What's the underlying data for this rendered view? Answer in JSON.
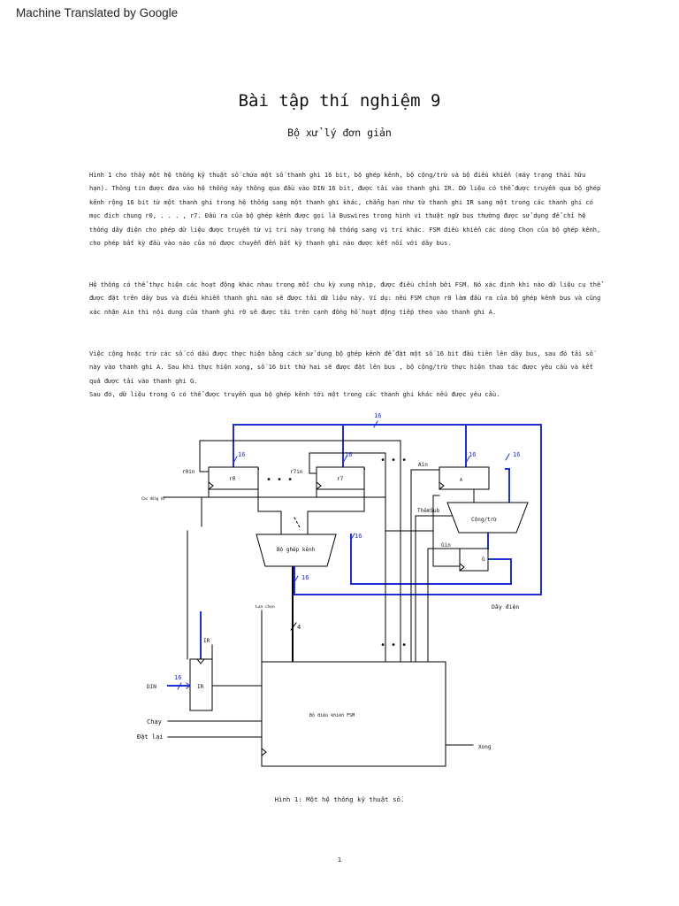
{
  "banner": "Machine Translated by Google",
  "title": "Bài tập thí nghiệm 9",
  "subtitle": "Bộ xử lý đơn giản",
  "paragraphs": [
    [
      "Hình 1 cho thấy một hệ thống kỹ thuật số chứa một số thanh ghi 16 bit, bộ ghép kênh, bộ cộng/trừ và bộ điều khiển (máy trạng thái hữu",
      "hạn). Thông tin được đưa vào hệ thống này thông qua đầu vào DIN 16 bit, được tải vào thanh ghi IR. Dữ liệu có thể được truyền qua bộ ghép",
      "kênh rộng 16 bit từ một thanh ghi trong hệ thống sang một thanh ghi khác, chẳng hạn như từ thanh ghi IR sang một trong các thanh ghi có",
      "mục đích chung r0, . . . , r7. Đầu ra của bộ ghép kênh được gọi là Buswires trong hình vì thuật ngữ bus thường được sử dụng để chỉ hệ",
      "thống dây điện cho phép dữ liệu được truyền từ vị trí này trong hệ thống sang vị trí khác. FSM điều khiển các dòng Chọn của bộ ghép kênh,",
      "cho phép bất kỳ đầu vào nào của nó được chuyển đến bất kỳ thanh ghi nào được kết nối với dây bus."
    ],
    [
      "Hệ thống có thể thực hiện các hoạt động khác nhau trong mỗi chu kỳ xung nhịp, được điều chỉnh bởi FSM. Nó xác định khi nào dữ liệu cụ thể",
      "được đặt trên dây bus và điều khiển thanh ghi nào sẽ được tải dữ liệu này. Ví dụ: nếu FSM chọn r0 làm đầu ra của bộ ghép kênh bus và cũng",
      "xác nhận Ain thì nội dung của thanh ghi r0 sẽ được tải trên cạnh đồng hồ hoạt động tiếp theo vào thanh ghi A."
    ],
    [
      "Việc cộng hoặc trừ các số có dấu được thực hiện bằng cách sử dụng bộ ghép kênh để đặt một số 16 bit đầu tiên lên dây bus, sau đó tải số",
      "này vào thanh ghi A. Sau khi thực hiện xong, số 16 bit thứ hai sẽ được đặt lên bus , bộ cộng/trừ thực hiện thao tác được yêu cầu và kết",
      "quả được tải vào thanh ghi G.",
      "Sau đó, dữ liệu trong G có thể được truyền qua bộ ghép kênh tới một trong các thanh ghi khác nếu được yêu cầu."
    ]
  ],
  "figure": {
    "bus_width": "16",
    "sel_width": "4",
    "r0_enable": "r0in",
    "r0": "r0",
    "r7_enable": "r7in",
    "r7": "r7",
    "dots": "• • •",
    "a_enable": "Ain",
    "a_reg": "A",
    "clock": "Các đồng hồ",
    "addsub_ctrl": "ThêmSub",
    "addsub": "Cộng/trừ",
    "mux": "Bộ ghép kênh",
    "g_enable": "Gin",
    "g_reg": "G",
    "select": "Lựa chọn",
    "bus_label": "Dây điện",
    "ir_enable": "IR",
    "ir": "IR",
    "din": "DIN",
    "run": "Chạy",
    "reset": "Đặt lại",
    "fsm": "Bộ điều khiển FSM",
    "done": "Xong",
    "colors": {
      "bus": "#1f2fd6",
      "line": "#000000"
    }
  },
  "caption": "Hình 1: Một hệ thống kỹ thuật số.",
  "page_number": "1"
}
